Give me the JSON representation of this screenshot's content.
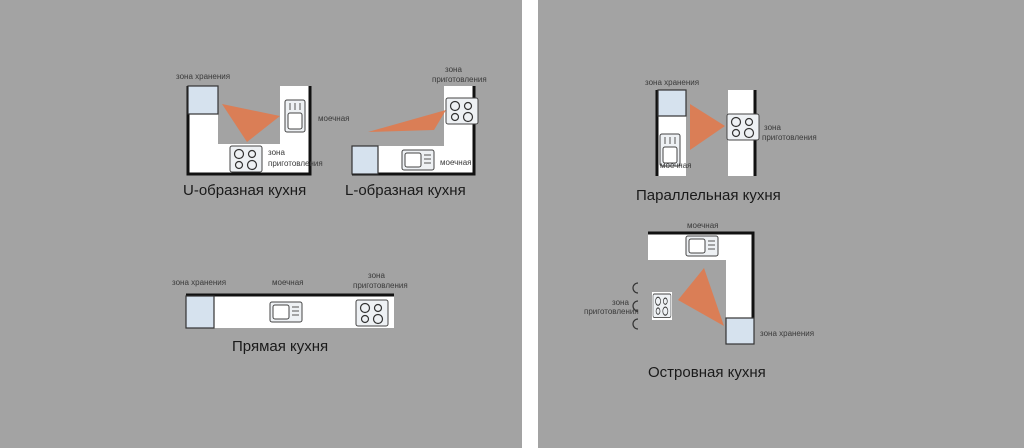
{
  "colors": {
    "panel": "#a3a3a3",
    "counter": "#ffffff",
    "triangle": "#e07a4e",
    "fridge": "#d6e2ee"
  },
  "u_shape": {
    "title": "U-образная кухня",
    "storage": "зона хранения",
    "sink": "моечная",
    "cooking_line1": "зона",
    "cooking_line2": "приготовления"
  },
  "l_shape": {
    "title": "L-образная кухня",
    "cooking_line1": "зона",
    "cooking_line2": "приготовления",
    "sink": "моечная"
  },
  "straight": {
    "title": "Прямая кухня",
    "storage": "зона хранения",
    "sink": "моечная",
    "cooking_line1": "зона",
    "cooking_line2": "приготовления"
  },
  "parallel": {
    "title": "Параллельная кухня",
    "storage": "зона хранения",
    "sink": "моечная",
    "cooking_line1": "зона",
    "cooking_line2": "приготовления"
  },
  "island": {
    "title": "Островная кухня",
    "sink": "моечная",
    "cooking_line1": "зона",
    "cooking_line2": "приготовления",
    "storage": "зона хранения"
  }
}
